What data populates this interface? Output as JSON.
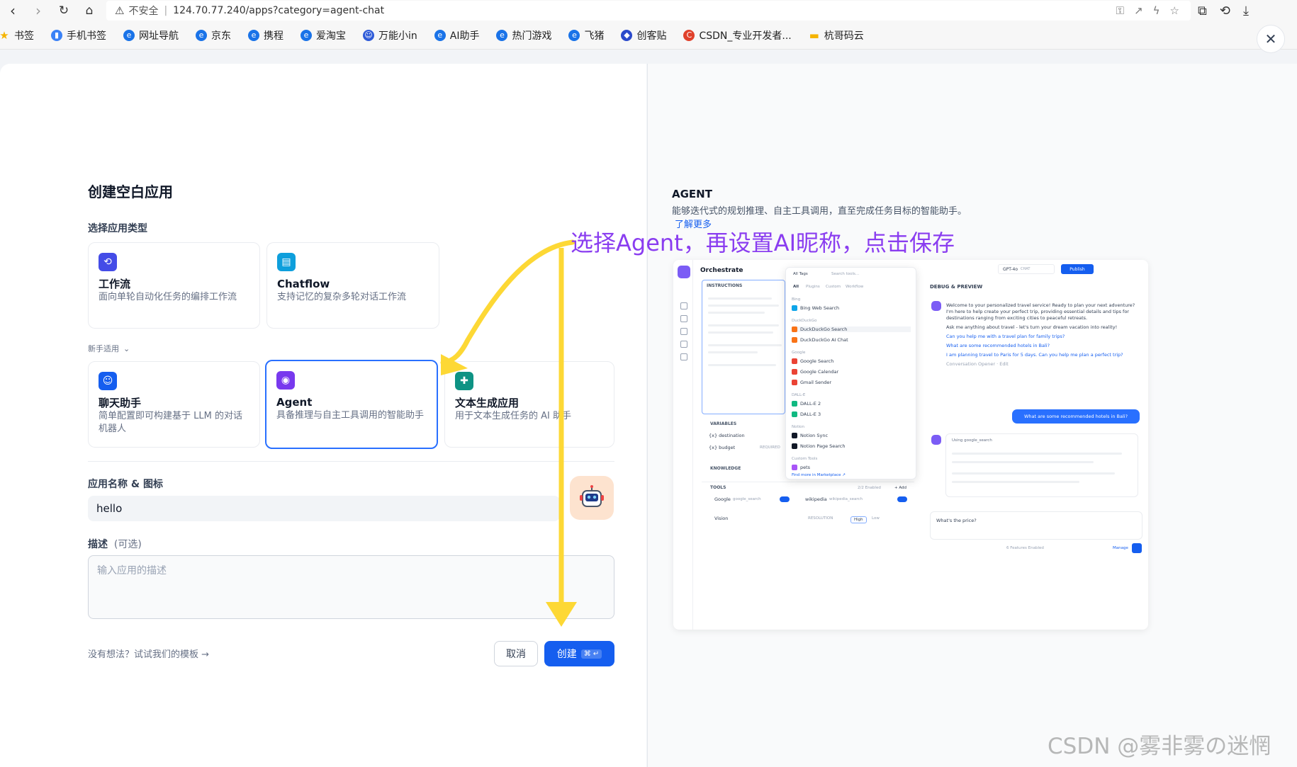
{
  "browser": {
    "insecure_label": "不安全",
    "url": "124.70.77.240/apps?category=agent-chat",
    "bookmarks": [
      {
        "label": "书签",
        "icon": "star-icon",
        "color": "#f5b400"
      },
      {
        "label": "手机书签",
        "icon": "phone-icon",
        "color": "#3b82f6"
      },
      {
        "label": "网址导航",
        "icon": "ie-icon",
        "color": "#1a73e8"
      },
      {
        "label": "京东",
        "icon": "ie-icon",
        "color": "#1a73e8"
      },
      {
        "label": "携程",
        "icon": "ie-icon",
        "color": "#1a73e8"
      },
      {
        "label": "爱淘宝",
        "icon": "ie-icon",
        "color": "#1a73e8"
      },
      {
        "label": "万能小in",
        "icon": "robot-icon",
        "color": "#2f5bd8"
      },
      {
        "label": "AI助手",
        "icon": "ie-icon",
        "color": "#1a73e8"
      },
      {
        "label": "热门游戏",
        "icon": "ie-icon",
        "color": "#1a73e8"
      },
      {
        "label": "飞猪",
        "icon": "ie-icon",
        "color": "#1a73e8"
      },
      {
        "label": "创客贴",
        "icon": "brand-icon",
        "color": "#2b4acb"
      },
      {
        "label": "CSDN_专业开发者...",
        "icon": "csdn-icon",
        "color": "#e0412b"
      },
      {
        "label": "杭哥码云",
        "icon": "folder-icon",
        "color": "#f5b400"
      }
    ]
  },
  "dialog": {
    "title": "创建空白应用",
    "type_section": "选择应用类型",
    "newbie_label": "新手适用",
    "cards": [
      {
        "title": "工作流",
        "desc": "面向单轮自动化任务的编排工作流",
        "icon": "workflow-icon",
        "color": "#444ce7"
      },
      {
        "title": "Chatflow",
        "desc": "支持记忆的复杂多轮对话工作流",
        "icon": "chatflow-icon",
        "color": "#0e9fdc"
      },
      {
        "title": "聊天助手",
        "desc": "简单配置即可构建基于 LLM 的对话机器人",
        "icon": "chat-bot-icon",
        "color": "#155eef"
      },
      {
        "title": "Agent",
        "desc": "具备推理与自主工具调用的智能助手",
        "icon": "agent-icon",
        "color": "#7839ee"
      },
      {
        "title": "文本生成应用",
        "desc": "用于文本生成任务的 AI 助手",
        "icon": "text-gen-icon",
        "color": "#0e9384"
      }
    ],
    "name_label": "应用名称 & 图标",
    "name_value": "hello",
    "desc_label": "描述",
    "desc_optional": "(可选)",
    "desc_placeholder": "输入应用的描述",
    "template_link": "没有想法？试试我们的模板 →",
    "cancel": "取消",
    "create": "创建",
    "create_kbd": "⌘ ↵"
  },
  "preview": {
    "title": "AGENT",
    "desc": "能够迭代式的规划推理、自主工具调用，直至完成任务目标的智能助手。",
    "learn_more": "了解更多",
    "mock": {
      "orchestrate": "Orchestrate",
      "instructions": "INSTRUCTIONS",
      "variables": "VARIABLES",
      "vars": [
        "{x} destination",
        "{x} budget"
      ],
      "required": "REQUIRED",
      "knowledge": "KNOWLEDGE",
      "tools": "TOOLS",
      "tools_enabled": "2/2 Enabled",
      "add": "+ Add",
      "tool_items": [
        "Google",
        "google_search",
        "wikipedia",
        "wikipedia_search"
      ],
      "vision": "Vision",
      "resolution": "RESOLUTION",
      "high": "High",
      "low": "Low",
      "tabs": [
        "All",
        "Plugins",
        "Custom",
        "Workflow"
      ],
      "all_tags": "All Tags",
      "search_tools": "Search tools...",
      "groups": [
        {
          "name": "Bing",
          "items": [
            "Bing Web Search"
          ]
        },
        {
          "name": "DuckDuckGo",
          "items": [
            "DuckDuckGo Search",
            "DuckDuckGo AI Chat"
          ]
        },
        {
          "name": "Google",
          "items": [
            "Google Search",
            "Google Calendar",
            "Gmail Sender"
          ]
        },
        {
          "name": "DALL-E",
          "items": [
            "DALL-E 2",
            "DALL-E 3"
          ]
        },
        {
          "name": "Notion",
          "items": [
            "Notion Sync",
            "Notion Page Search"
          ]
        },
        {
          "name": "Custom Tools",
          "items": [
            "pets"
          ]
        }
      ],
      "find_more": "Find more in Marketplace ↗",
      "model": "GPT-4o",
      "model_mode": "CHAT",
      "publish": "Publish",
      "debug": "DEBUG & PREVIEW",
      "welcome": "Welcome to your personalized travel service! Ready to plan your next adventure? I'm here to help create your perfect trip, providing essential details and tips for destinations ranging from exciting cities to peaceful retreats.",
      "ask": "Ask me anything about travel - let's turn your dream vacation into reality!",
      "suggestions": [
        "Can you help me with a travel plan for family trips?",
        "What are some recommended hotels in Bali?",
        "I am planning travel to Paris for 5 days. Can you help me plan a perfect trip?"
      ],
      "opener": "Conversation Opener · Edit",
      "user_msg": "What are some recommended hotels in Bali?",
      "using": "Using",
      "using_tool": "google_search",
      "input": "What's the price?",
      "features": "6 Features Enabled",
      "manage": "Manage"
    }
  },
  "annotation": "选择Agent，再设置AI昵称，点击保存",
  "watermark": "CSDN @雾非雾の迷惘"
}
